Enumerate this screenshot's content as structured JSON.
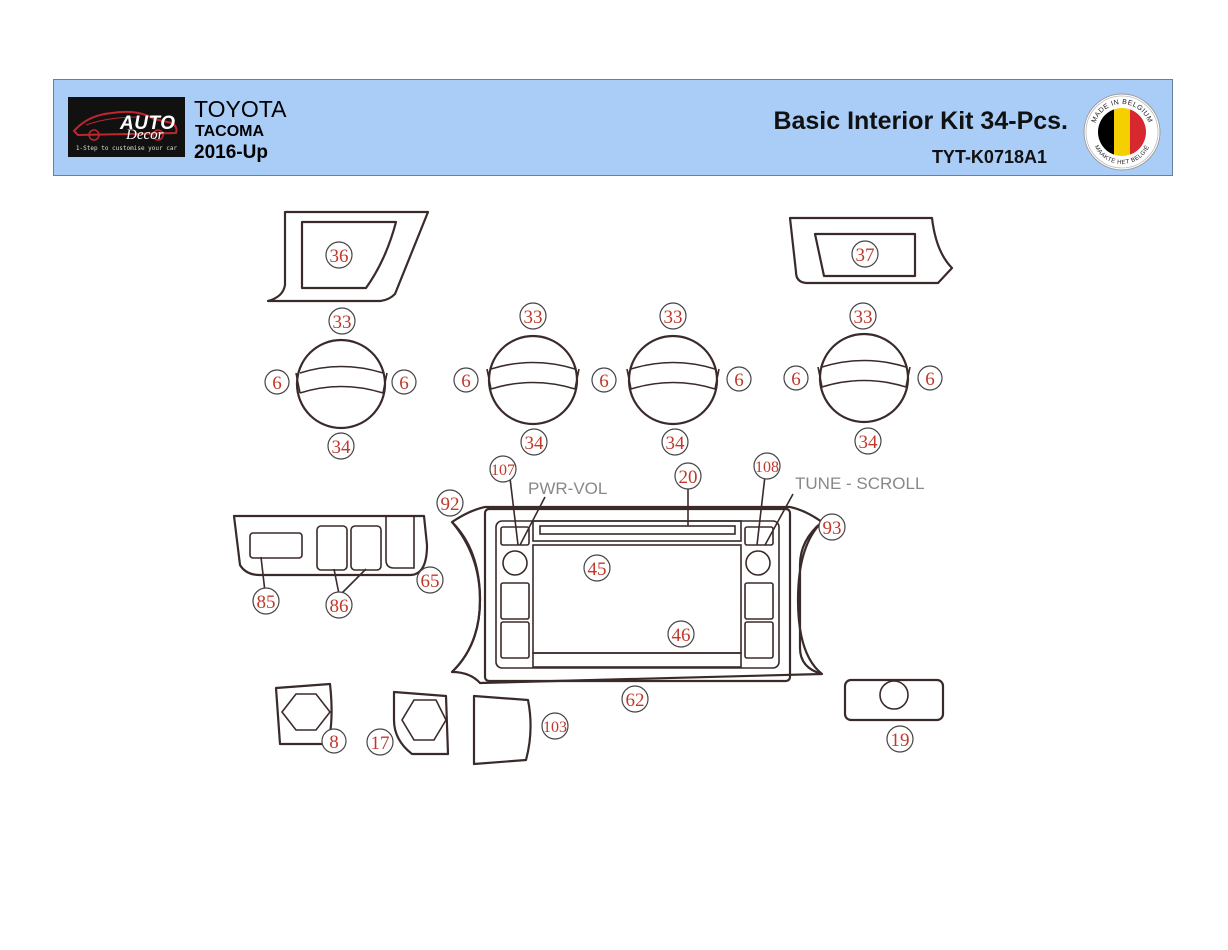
{
  "header": {
    "logo": {
      "brand": "AUTO",
      "brand_script": "Decor",
      "tagline": "1-Step to customise your car"
    },
    "make": "TOYOTA",
    "model": "TACOMA",
    "year": "2016-Up",
    "kit_title": "Basic Interior Kit 34-Pcs.",
    "kit_code": "TYT-K0718A1",
    "badge": {
      "top_text": "MADE IN BELGIUM",
      "bottom_text": "MAAKTE HET BELGIË",
      "colors": [
        "#000000",
        "#f5d000",
        "#d7282f"
      ]
    }
  },
  "labels": {
    "pwr_vol": "PWR-VOL",
    "tune_scroll": "TUNE - SCROLL"
  },
  "parts": {
    "p36": "36",
    "p37": "37",
    "v1_top": "33",
    "v2_top": "33",
    "v3_top": "33",
    "v4_top": "33",
    "v1_left": "6",
    "v1_right": "6",
    "v2_left": "6",
    "v2_right": "6",
    "v3_left": "6",
    "v3_right": "6",
    "v4_left": "6",
    "v4_right": "6",
    "v1_bot": "34",
    "v2_bot": "34",
    "v3_bot": "34",
    "v4_bot": "34",
    "p107": "107",
    "p20": "20",
    "p108": "108",
    "p92": "92",
    "p93": "93",
    "p45": "45",
    "p46": "46",
    "p62": "62",
    "p85": "85",
    "p86": "86",
    "p65": "65",
    "p8": "8",
    "p17": "17",
    "p103": "103",
    "p19": "19"
  }
}
